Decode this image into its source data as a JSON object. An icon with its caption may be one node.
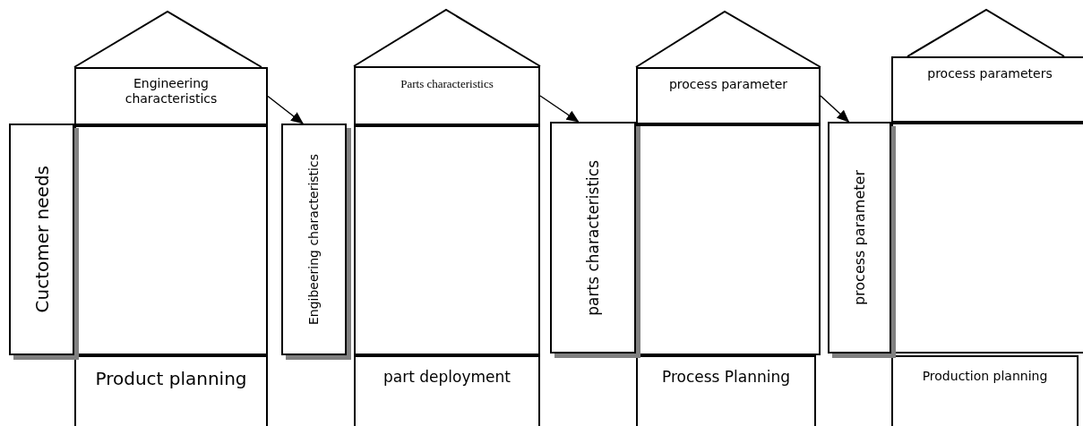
{
  "diagram": {
    "nodes": [
      {
        "text": [
          "Engineering characteristics"
        ]
      },
      {
        "text": [
          "Cuctomer needs"
        ]
      },
      {
        "text": [],
        "shape": "box"
      },
      {
        "text": [
          "Product planning"
        ]
      },
      {
        "text": [
          "Engibeering characteristics"
        ]
      },
      {
        "text": [
          "Parts characteristics"
        ]
      },
      {
        "text": [],
        "shape": "box"
      },
      {
        "text": [
          "part deployment"
        ]
      },
      {
        "text": [
          "parts characteristics"
        ]
      },
      {
        "text": [
          "process parameter"
        ]
      },
      {
        "text": [],
        "shape": "box"
      },
      {
        "text": [
          "Process Planning"
        ]
      },
      {
        "text": [
          "process parameter"
        ]
      },
      {
        "text": [
          "process parameters"
        ]
      },
      {
        "text": [],
        "shape": "box"
      },
      {
        "text": [
          "Production  planning"
        ]
      }
    ],
    "edges": [
      {
        "from": 0,
        "to": 4,
        "arrow": "to"
      },
      {
        "from": 5,
        "to": 8,
        "arrow": "to"
      },
      {
        "from": 9,
        "to": 12,
        "arrow": "to"
      }
    ]
  }
}
